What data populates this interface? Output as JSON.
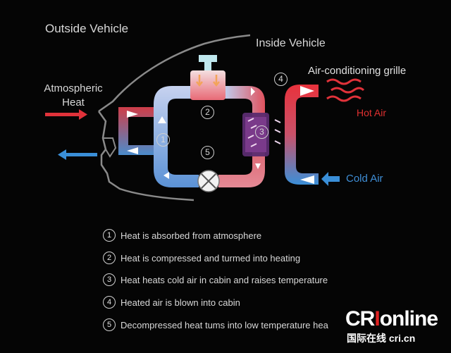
{
  "labels": {
    "outside_vehicle": "Outside Vehicle",
    "inside_vehicle": "Inside Vehicle",
    "atmospheric_heat_line1": "Atmospheric",
    "atmospheric_heat_line2": "Heat",
    "grille": "Air-conditioning grille",
    "hot_air": "Hot Air",
    "cold_air": "Cold Air"
  },
  "step_markers": [
    "1",
    "2",
    "3",
    "4",
    "5"
  ],
  "legend": [
    {
      "num": "1",
      "text": "Heat is absorbed from atmosphere"
    },
    {
      "num": "2",
      "text": "Heat is compressed and turmed into heating"
    },
    {
      "num": "3",
      "text": "Heat heats cold air in cabin and raises temperature"
    },
    {
      "num": "4",
      "text": "Heated air is blown into cabin"
    },
    {
      "num": "5",
      "text": "Decompressed heat tums into low temperature hea"
    }
  ],
  "logo": {
    "main_prefix": "CR",
    "main_accent": "I",
    "main_suffix": "online",
    "sub": "国际在线 cri.cn"
  },
  "colors": {
    "hot": "#e0323a",
    "cold": "#3a8fd8",
    "pipe_light": "#c9d6ef",
    "background": "#050505"
  }
}
